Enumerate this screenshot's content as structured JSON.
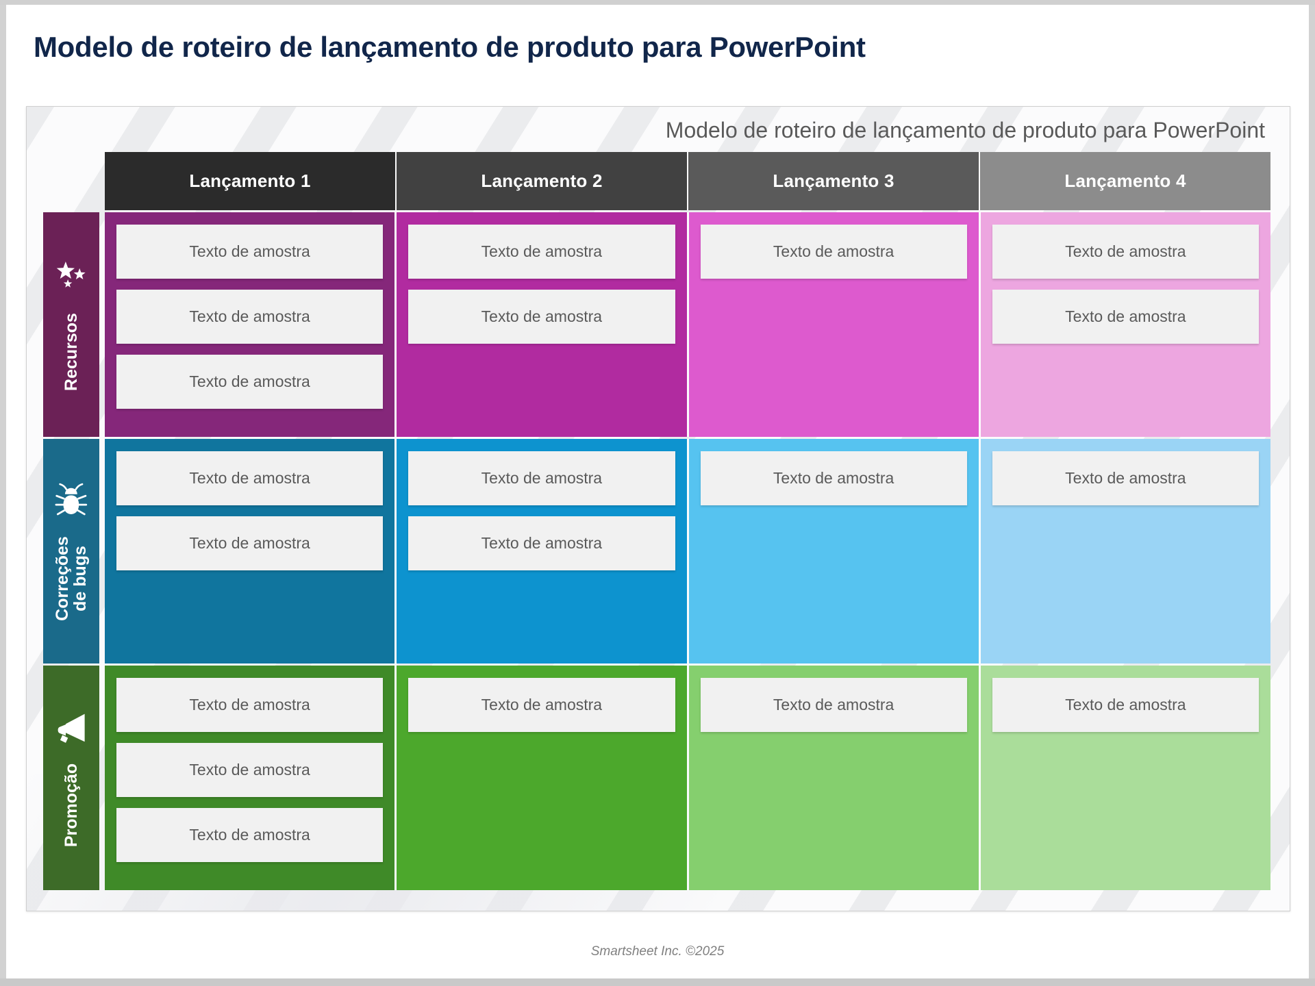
{
  "main_title": "Modelo de roteiro de lançamento de produto para PowerPoint",
  "slide_subtitle": "Modelo de roteiro de lançamento de produto para PowerPoint",
  "footer": "Smartsheet Inc. ©2025",
  "sample_text": "Texto de amostra",
  "columns": [
    {
      "label": "Lançamento 1",
      "header_color": "#2b2b2b"
    },
    {
      "label": "Lançamento 2",
      "header_color": "#414141"
    },
    {
      "label": "Lançamento 3",
      "header_color": "#5a5a5a"
    },
    {
      "label": "Lançamento 4",
      "header_color": "#8c8c8c"
    }
  ],
  "rows": [
    {
      "label": "Recursos",
      "label_lines": [
        "Recursos"
      ],
      "icon": "three-stars-icon",
      "label_color": "#6b2156",
      "cell_colors": [
        "#85277a",
        "#b12ba0",
        "#dd5ace",
        "#eda6e0"
      ],
      "cells": [
        {
          "items": [
            "Texto de amostra",
            "Texto de amostra",
            "Texto de amostra"
          ]
        },
        {
          "items": [
            "Texto de amostra",
            "Texto de amostra"
          ]
        },
        {
          "items": [
            "Texto de amostra"
          ]
        },
        {
          "items": [
            "Texto de amostra",
            "Texto de amostra"
          ]
        }
      ]
    },
    {
      "label": "Correções de bugs",
      "label_lines": [
        "Correções",
        "de bugs"
      ],
      "icon": "bug-icon",
      "label_color": "#1a6a8a",
      "cell_colors": [
        "#10759e",
        "#0d93cf",
        "#56c3f0",
        "#9ad4f5"
      ],
      "cells": [
        {
          "items": [
            "Texto de amostra",
            "Texto de amostra"
          ]
        },
        {
          "items": [
            "Texto de amostra",
            "Texto de amostra"
          ]
        },
        {
          "items": [
            "Texto de amostra"
          ]
        },
        {
          "items": [
            "Texto de amostra"
          ]
        }
      ]
    },
    {
      "label": "Promoção",
      "label_lines": [
        "Promoção"
      ],
      "icon": "megaphone-icon",
      "label_color": "#3d6b28",
      "cell_colors": [
        "#3f8a28",
        "#4ca82c",
        "#85cf6e",
        "#aadd9a"
      ],
      "cells": [
        {
          "items": [
            "Texto de amostra",
            "Texto de amostra",
            "Texto de amostra"
          ]
        },
        {
          "items": [
            "Texto de amostra"
          ]
        },
        {
          "items": [
            "Texto de amostra"
          ]
        },
        {
          "items": [
            "Texto de amostra"
          ]
        }
      ]
    }
  ]
}
